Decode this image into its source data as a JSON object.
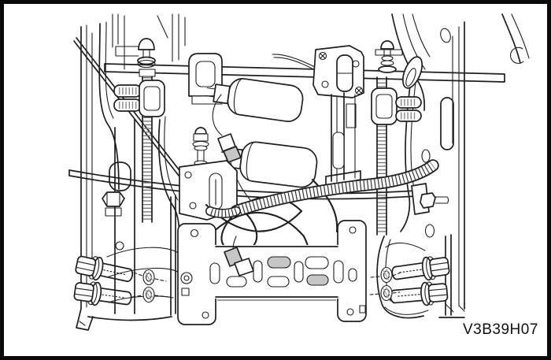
{
  "figure": {
    "code": "V3B39H07",
    "alt": "Technical line illustration of a power seat frame viewed from the front, showing the seat track side rails, cross shaft, two height-adjuster motors with lead screws, a corrugated wiring harness, a slotted anchor bracket, and four mounting bolts with washers",
    "type": "technical-illustration",
    "colors": {
      "background": "#ffffff",
      "line": "#1f1f1f",
      "border": "#0a0a0a",
      "shade": "#c6c6c6"
    },
    "parts": [
      "left-seat-frame-rail",
      "right-seat-frame-rail",
      "cross-shaft",
      "bumper-stop-left",
      "bumper-stop-right",
      "clamp-bracket",
      "mounting-plate",
      "link-lever",
      "lead-screw-left",
      "lead-screw-right",
      "barrel-connector-left",
      "barrel-connector-right",
      "adjuster-motor-front",
      "adjuster-motor-rear",
      "gearbox-tower",
      "center-bracket-plate",
      "adjuster-screw",
      "inline-connector",
      "diagonal-rod",
      "stabilizer-rod",
      "corrugated-wiring-harness",
      "harness-wires",
      "anchor-bracket",
      "harness-connector",
      "mounting-bolts-left",
      "mounting-bolts-right",
      "washers"
    ]
  }
}
